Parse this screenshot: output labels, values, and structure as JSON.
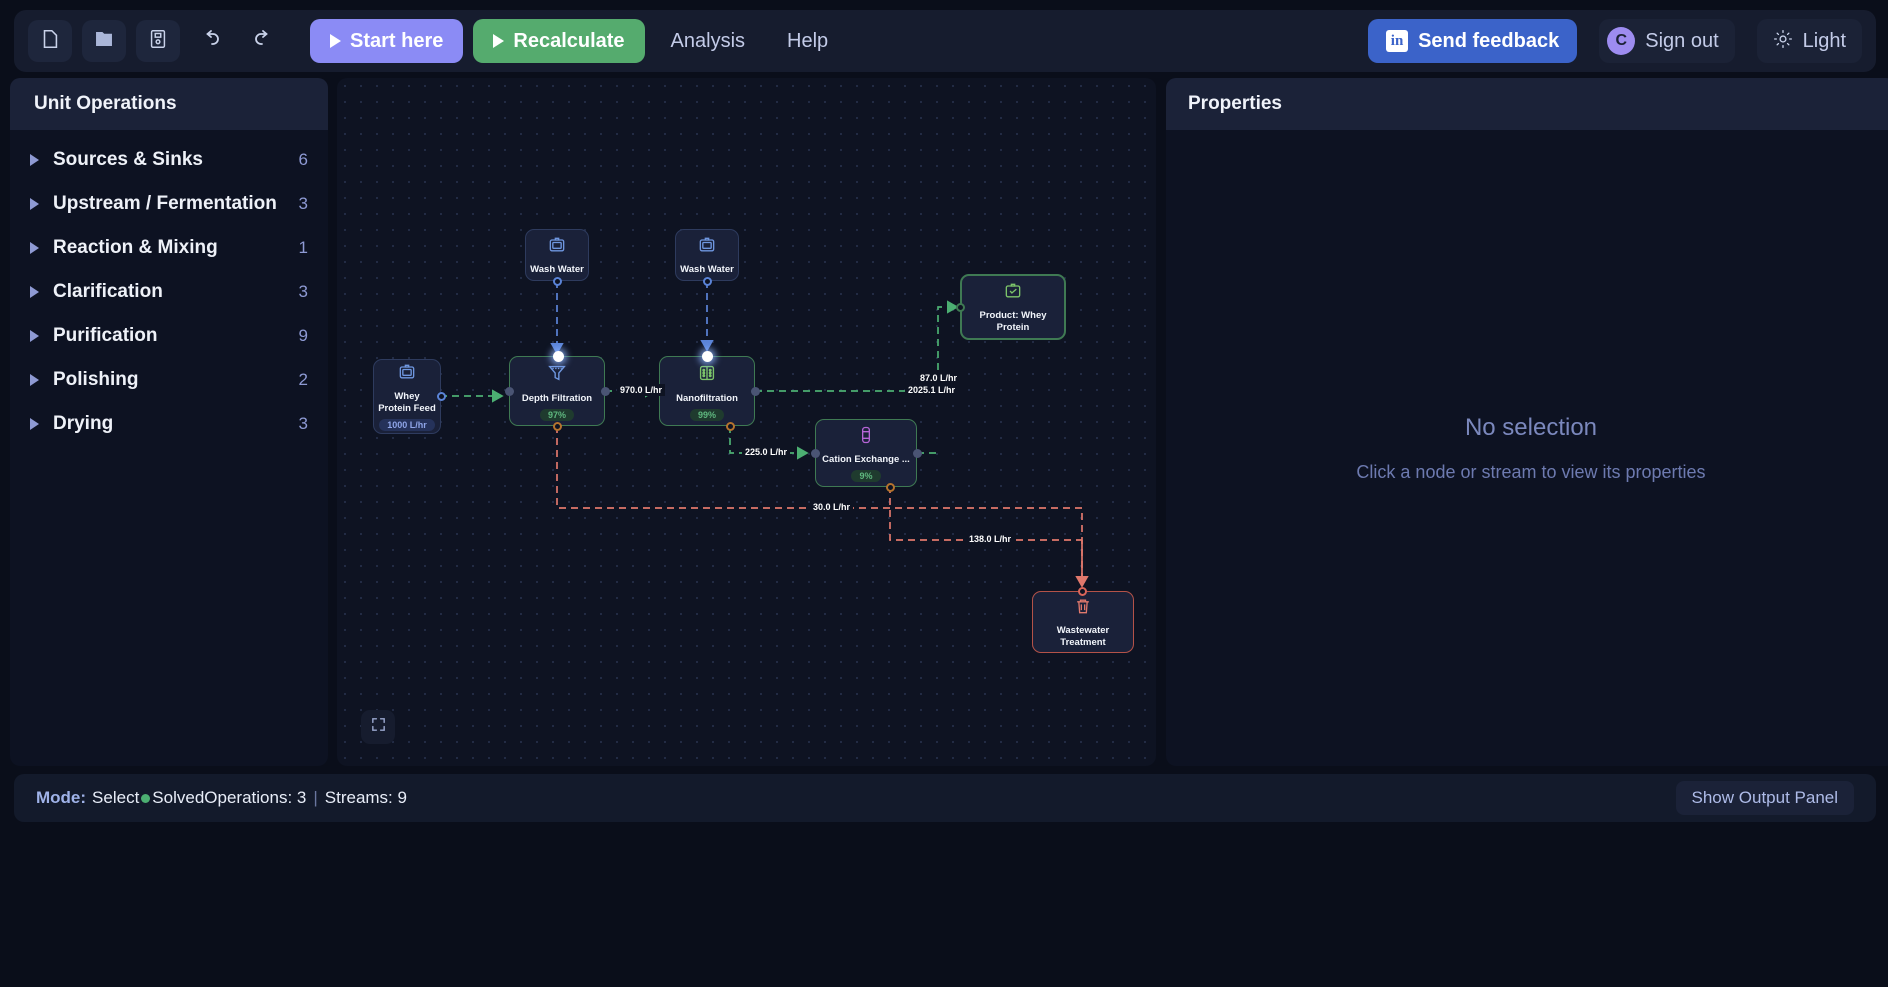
{
  "toolbar": {
    "icons": [
      {
        "name": "new-file-icon",
        "label": "New"
      },
      {
        "name": "open-folder-icon",
        "label": "Open"
      },
      {
        "name": "save-icon",
        "label": "Save"
      },
      {
        "name": "undo-icon",
        "label": "Undo"
      },
      {
        "name": "redo-icon",
        "label": "Redo"
      }
    ],
    "start_label": "Start here",
    "recalculate_label": "Recalculate",
    "analysis_label": "Analysis",
    "help_label": "Help",
    "feedback_label": "Send feedback",
    "feedback_icon": "linkedin-icon",
    "feedback_icon_glyph": "in",
    "signout_label": "Sign out",
    "avatar_initial": "C",
    "theme_label": "Light",
    "theme_icon": "sun-icon",
    "colors": {
      "start": "#8b8bf5",
      "recalculate": "#55ab6e",
      "feedback": "#3b63c9",
      "avatar": "#9d8cf0"
    }
  },
  "sidebar": {
    "title": "Unit Operations",
    "categories": [
      {
        "label": "Sources & Sinks",
        "count": "6"
      },
      {
        "label": "Upstream / Fermentation",
        "count": "3"
      },
      {
        "label": "Reaction & Mixing",
        "count": "1"
      },
      {
        "label": "Clarification",
        "count": "3"
      },
      {
        "label": "Purification",
        "count": "9"
      },
      {
        "label": "Polishing",
        "count": "2"
      },
      {
        "label": "Drying",
        "count": "3"
      }
    ]
  },
  "canvas": {
    "fit_view_icon": "fit-to-screen-icon",
    "nodes": [
      {
        "id": "wash1",
        "label": "Wash Water",
        "icon": "tank-icon",
        "badge": "",
        "kind": "source"
      },
      {
        "id": "wash2",
        "label": "Wash Water",
        "icon": "tank-icon",
        "badge": "",
        "kind": "source"
      },
      {
        "id": "feed",
        "label": "Whey Protein Feed",
        "icon": "tank-icon",
        "badge": "1000 L/hr",
        "kind": "source"
      },
      {
        "id": "depth",
        "label": "Depth Filtration",
        "icon": "funnel-icon",
        "badge": "97%",
        "kind": "process"
      },
      {
        "id": "nano",
        "label": "Nanofiltration",
        "icon": "membrane-icon",
        "badge": "99%",
        "kind": "process"
      },
      {
        "id": "cation",
        "label": "Cation Exchange ...",
        "icon": "column-icon",
        "badge": "9%",
        "kind": "process"
      },
      {
        "id": "product",
        "label": "Product: Whey Protein",
        "icon": "product-check-icon",
        "badge": "",
        "kind": "product"
      },
      {
        "id": "waste",
        "label": "Wastewater Treatment",
        "icon": "trash-icon",
        "badge": "",
        "kind": "waste"
      }
    ],
    "stream_labels": [
      {
        "id": "s1",
        "text": "970.0 L/hr"
      },
      {
        "id": "s2",
        "text": "87.0 L/hr"
      },
      {
        "id": "s3",
        "text": "2025.1 L/hr"
      },
      {
        "id": "s4",
        "text": "225.0 L/hr"
      },
      {
        "id": "s5",
        "text": "30.0 L/hr"
      },
      {
        "id": "s6",
        "text": "138.0 L/hr"
      }
    ]
  },
  "properties": {
    "title": "Properties",
    "empty_title": "No selection",
    "empty_subtitle": "Click a node or stream to view its properties"
  },
  "status": {
    "mode_label": "Mode:",
    "mode_value": "Select",
    "solved_text": "Solved",
    "operations_text": "Operations: 3",
    "separator": "|",
    "streams_text": "Streams: 9",
    "output_panel_label": "Show Output Panel",
    "solved_dot_color": "#4caf72"
  }
}
